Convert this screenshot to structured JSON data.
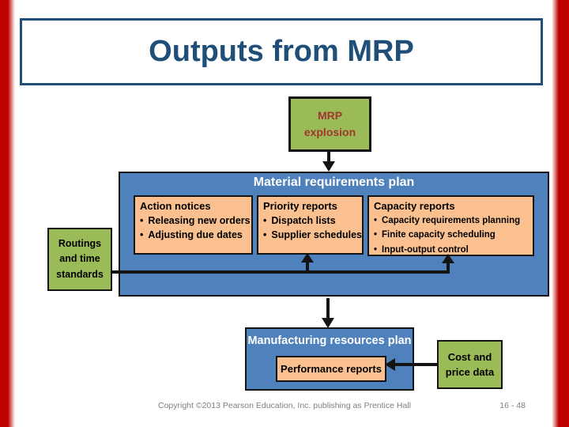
{
  "title": "Outputs from MRP",
  "colors": {
    "sidebar_red": "#C00000",
    "title_blue": "#1F4E79",
    "plan_blue": "#4F81BD",
    "report_salmon": "#FAC090",
    "box_green": "#9BBB59",
    "explosion_text_red": "#A0372C"
  },
  "diagram": {
    "explosion_box": {
      "lines": [
        "MRP",
        "explosion"
      ]
    },
    "material_plan": {
      "header": "Material requirements plan",
      "action": {
        "header": "Action notices",
        "bullets": [
          "Releasing new orders",
          "Adjusting due dates"
        ]
      },
      "priority": {
        "header": "Priority reports",
        "bullets": [
          "Dispatch lists",
          "Supplier schedules"
        ]
      },
      "capacity": {
        "header": "Capacity reports",
        "bullets": [
          "Capacity requirements planning",
          "Finite capacity scheduling",
          "Input-output control"
        ]
      }
    },
    "routings_box": {
      "label": "Routings and time standards"
    },
    "manufacturing_plan": {
      "header": "Manufacturing resources plan",
      "performance": "Performance reports"
    },
    "cost_box": {
      "lines": [
        "Cost and",
        "price data"
      ]
    }
  },
  "footer": {
    "copyright": "Copyright ©2013 Pearson Education, Inc. publishing as Prentice Hall",
    "page": "16 - 48"
  }
}
